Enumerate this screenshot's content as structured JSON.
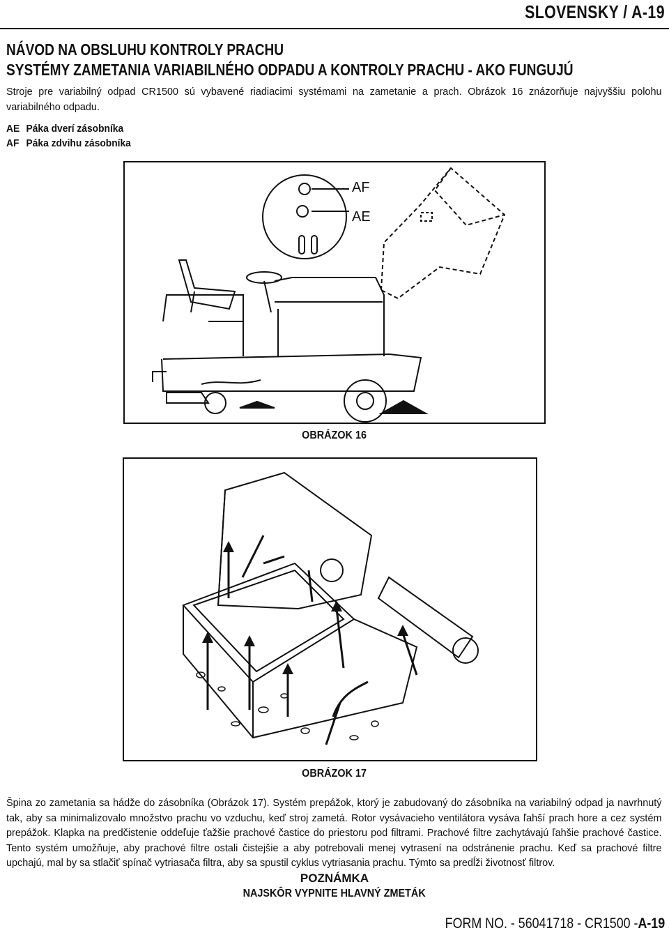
{
  "header": {
    "title": "SLOVENSKY / A-19"
  },
  "section": {
    "title_line1": "NÁVOD NA OBSLUHU KONTROLY PRACHU",
    "title_line2": "SYSTÉMY ZAMETANIA VARIABILNÉHO ODPADU A KONTROLY PRACHU - AKO FUNGUJÚ"
  },
  "intro": "Stroje pre variabilný odpad CR1500 sú vybavené riadiacimi systémami na zametanie a prach. Obrázok 16 znázorňuje najvyššiu polohu variabilného odpadu.",
  "legend": [
    {
      "code": "AE",
      "text": "Páka dverí zásobníka"
    },
    {
      "code": "AF",
      "text": "Páka zdvihu zásobníka"
    }
  ],
  "figure16": {
    "caption": "OBRÁZOK 16",
    "callout_af": "AF",
    "callout_ae": "AE"
  },
  "figure17": {
    "caption": "OBRÁZOK 17"
  },
  "body": "Špina zo zametania sa hádže do zásobníka (Obrázok 17).  Systém prepážok, ktorý je zabudovaný do zásobníka na variabilný odpad ja navrhnutý tak, aby sa minimalizovalo množstvo prachu vo vzduchu, keď stroj zametá.  Rotor vysávacieho ventilátora vysáva ľahší prach hore a cez systém prepážok.  Klapka na predčistenie oddeľuje ťažšie prachové častice do priestoru pod filtrami.  Prachové filtre zachytávajú ľahšie prachové častice.  Tento systém umožňuje, aby prachové filtre ostali čistejšie a aby potrebovali menej vytrasení na odstránenie prachu.  Keď sa prachové filtre upchajú, mal by sa stlačiť spínač vytriasača filtra, aby sa spustil cyklus vytriasania prachu.  Týmto sa predĺži životnosť filtrov.",
  "note": {
    "label": "POZNÁMKA",
    "text": "NAJSKÔR VYPNITE HLAVNÝ ZMETÁK"
  },
  "footer": {
    "form": "FORM NO. - 56041718 - CR1500 -",
    "page": "A-19"
  }
}
